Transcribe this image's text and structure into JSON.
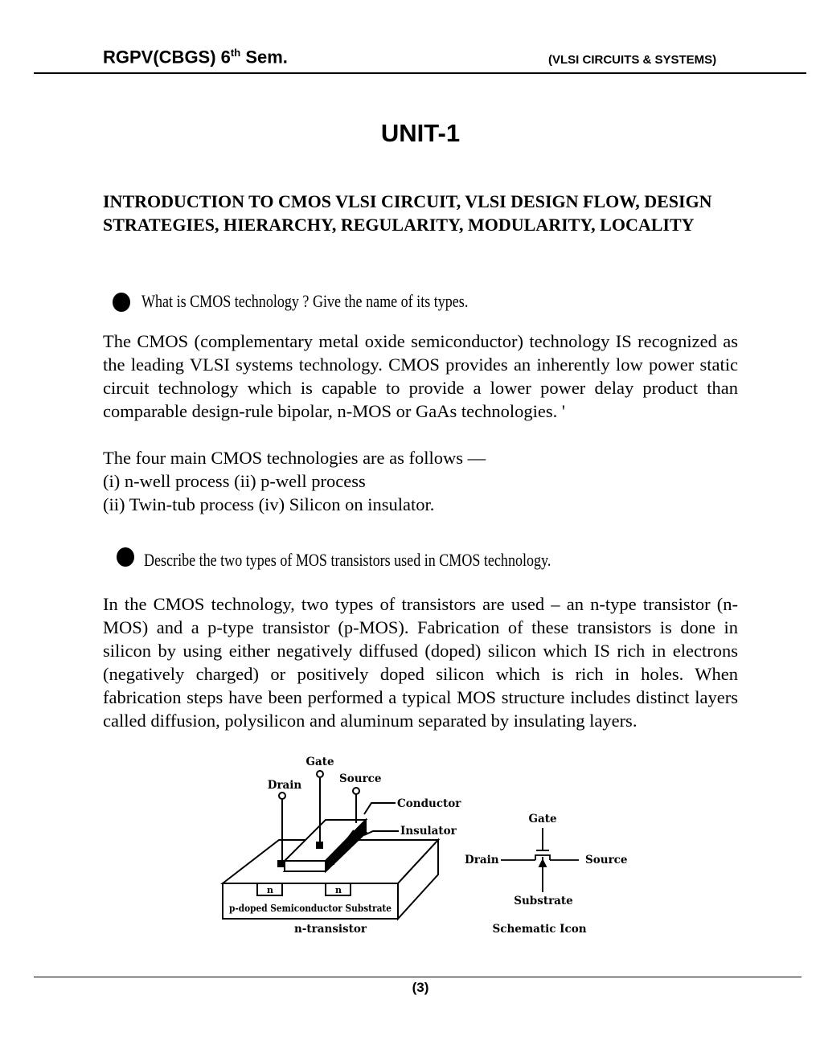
{
  "header": {
    "left_prefix": "RGPV(CBGS) 6",
    "left_sup": "th",
    "left_suffix": " Sem.",
    "right": "(VLSI CIRCUITS & SYSTEMS)"
  },
  "unit_title": "UNIT-1",
  "topic": "INTRODUCTION TO CMOS VLSI CIRCUIT, VLSI DESIGN FLOW, DESIGN STRATEGIES, HIERARCHY, REGULARITY, MODULARITY, LOCALITY",
  "question1": "What is CMOS technology ? Give the name of its types.",
  "answer1": {
    "paragraph": "The CMOS (complementary metal oxide semiconductor) technology IS recognized as the leading VLSI systems technology. CMOS provides an inherently low power static circuit technology which is capable to provide a lower power delay product than comparable design-rule bipolar, n-MOS or GaAs  technologies. '",
    "lines": [
      "The four main CMOS technologies are as follows —",
      "(i) n-well process (ii) p-well process",
      "(ii) Twin-tub process (iv) Silicon on insulator."
    ]
  },
  "question2": "Describe the two types of MOS transistors  used in  CMOS technology.",
  "answer2": "In the CMOS technology, two types of transistors are used – an n-type transistor (n-MOS) and a p-type transistor (p-MOS). Fabrication of these transistors is done in silicon by using either negatively diffused (doped) silicon which IS rich in electrons (negatively charged) or positively doped silicon which is rich in holes. When fabrication steps have been performed a typical MOS structure includes distinct layers called diffusion, polysilicon and aluminum separated by insulating layers.",
  "figure": {
    "gate": "Gate",
    "drain": "Drain",
    "source": "Source",
    "conductor": "Conductor",
    "insulator": "Insulator",
    "n_left": "n",
    "n_right": "n",
    "substrate_label": "p-doped Semiconductor Substrate",
    "caption_left": "n-transistor",
    "icon_gate": "Gate",
    "icon_drain": "Drain",
    "icon_source": "Source",
    "icon_substrate": "Substrate",
    "caption_right": "Schematic Icon"
  },
  "footer": {
    "page_number": "(3)"
  }
}
